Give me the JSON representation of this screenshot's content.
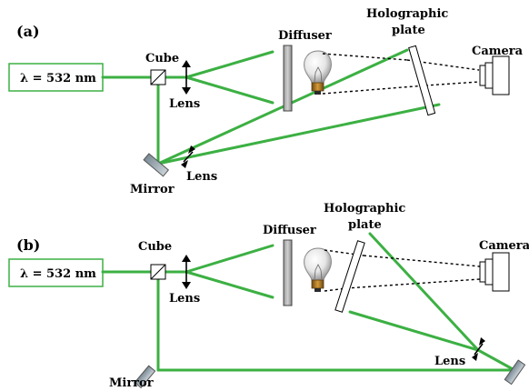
{
  "panels": [
    {
      "letter": "(a)",
      "laser": "λ = 532 nm",
      "cube": "Cube",
      "lens_top": "Lens",
      "lens_bottom": "Lens",
      "mirror": "Mirror",
      "diffuser": "Diffuser",
      "plate_line1": "Holographic",
      "plate_line2": "plate",
      "camera": "Camera"
    },
    {
      "letter": "(b)",
      "laser": "λ = 532 nm",
      "cube": "Cube",
      "lens_top": "Lens",
      "lens_right": "Lens",
      "mirror": "Mirror",
      "diffuser": "Diffuser",
      "plate_line1": "Holographic",
      "plate_line2": "plate",
      "camera": "Camera"
    }
  ],
  "colors": {
    "beam": "#3cb043",
    "laser_box": "#3cb043"
  }
}
